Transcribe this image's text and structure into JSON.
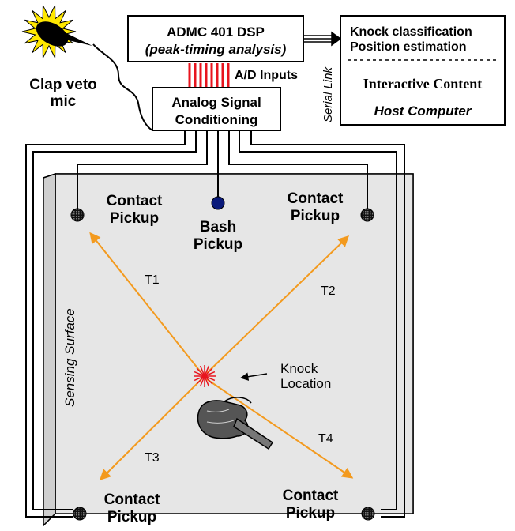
{
  "dsp": {
    "title": "ADMC 401 DSP",
    "subtitle": "(peak-timing analysis)"
  },
  "ad_inputs": "A/D Inputs",
  "clap_mic": {
    "line1": "Clap veto",
    "line2": "mic"
  },
  "conditioning": {
    "line1": "Analog Signal",
    "line2": "Conditioning"
  },
  "serial_link": "Serial Link",
  "host": {
    "line1": "Knock classification",
    "line2": "Position estimation",
    "line3": "Interactive Content",
    "line4": "Host Computer"
  },
  "surface_label": "Sensing Surface",
  "pickups": {
    "top_left": {
      "line1": "Contact",
      "line2": "Pickup"
    },
    "top_right": {
      "line1": "Contact",
      "line2": "Pickup"
    },
    "bash": {
      "line1": "Bash",
      "line2": "Pickup"
    },
    "bottom_left": {
      "line1": "Contact",
      "line2": "Pickup"
    },
    "bottom_right": {
      "line1": "Contact",
      "line2": "Pickup"
    }
  },
  "timings": {
    "t1": "T1",
    "t2": "T2",
    "t3": "T3",
    "t4": "T4"
  },
  "knock": {
    "line1": "Knock",
    "line2": "Location"
  },
  "colors": {
    "arrow": "#f39a1e",
    "burst": "#e8141e",
    "ad_lines": "#e8141e",
    "bash_dot": "#0a1a7a",
    "surface": "#e6e6e6",
    "surface_edge": "#b3b3b3",
    "sun": "#ffe800"
  }
}
